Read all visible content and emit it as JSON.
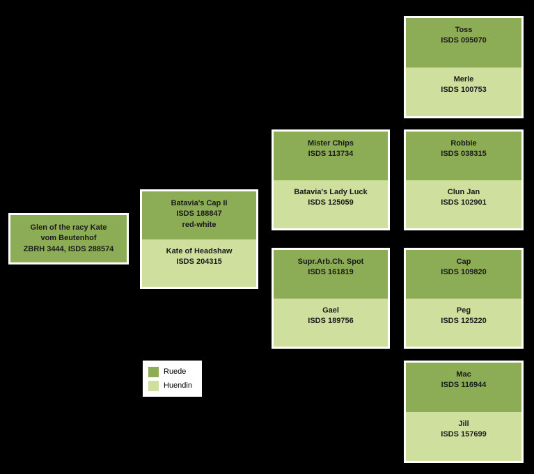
{
  "colors": {
    "background": "#000000",
    "box_border": "#ffffff",
    "male": "#8cac55",
    "female": "#cfdf9e",
    "text": "#1a1a1a"
  },
  "legend": {
    "male_label": "Ruede",
    "female_label": "Huendin"
  },
  "dogs": {
    "subject": {
      "name": "Glen of the racy Kate\nvom Beutenhof",
      "reg": "ZBRH 3444, ISDS 288574",
      "sex": "male"
    },
    "sire": {
      "name": "Batavia's Cap II",
      "reg": "ISDS 188847",
      "note": "red-white",
      "sex": "male"
    },
    "dam": {
      "name": "Kate of Headshaw",
      "reg": "ISDS 204315",
      "sex": "female"
    },
    "sire_sire": {
      "name": "Mister Chips",
      "reg": "ISDS 113734",
      "sex": "male"
    },
    "sire_dam": {
      "name": "Batavia's Lady Luck",
      "reg": "ISDS 125059",
      "sex": "female"
    },
    "dam_sire": {
      "name": "Supr.Arb.Ch. Spot",
      "reg": "ISDS 161819",
      "sex": "male"
    },
    "dam_dam": {
      "name": "Gael",
      "reg": "ISDS 189756",
      "sex": "female"
    },
    "sire_sire_sire": {
      "name": "Toss",
      "reg": "ISDS 095070",
      "sex": "male"
    },
    "sire_sire_dam": {
      "name": "Merle",
      "reg": "ISDS 100753",
      "sex": "female"
    },
    "sire_dam_sire": {
      "name": "Robbie",
      "reg": "ISDS 038315",
      "sex": "male"
    },
    "sire_dam_dam": {
      "name": "Clun Jan",
      "reg": "ISDS 102901",
      "sex": "female"
    },
    "dam_sire_sire": {
      "name": "Cap",
      "reg": "ISDS 109820",
      "sex": "male"
    },
    "dam_sire_dam": {
      "name": "Peg",
      "reg": "ISDS 125220",
      "sex": "female"
    },
    "dam_dam_sire": {
      "name": "Mac",
      "reg": "ISDS 116944",
      "sex": "male"
    },
    "dam_dam_dam": {
      "name": "Jill",
      "reg": "ISDS 157699",
      "sex": "female"
    }
  }
}
